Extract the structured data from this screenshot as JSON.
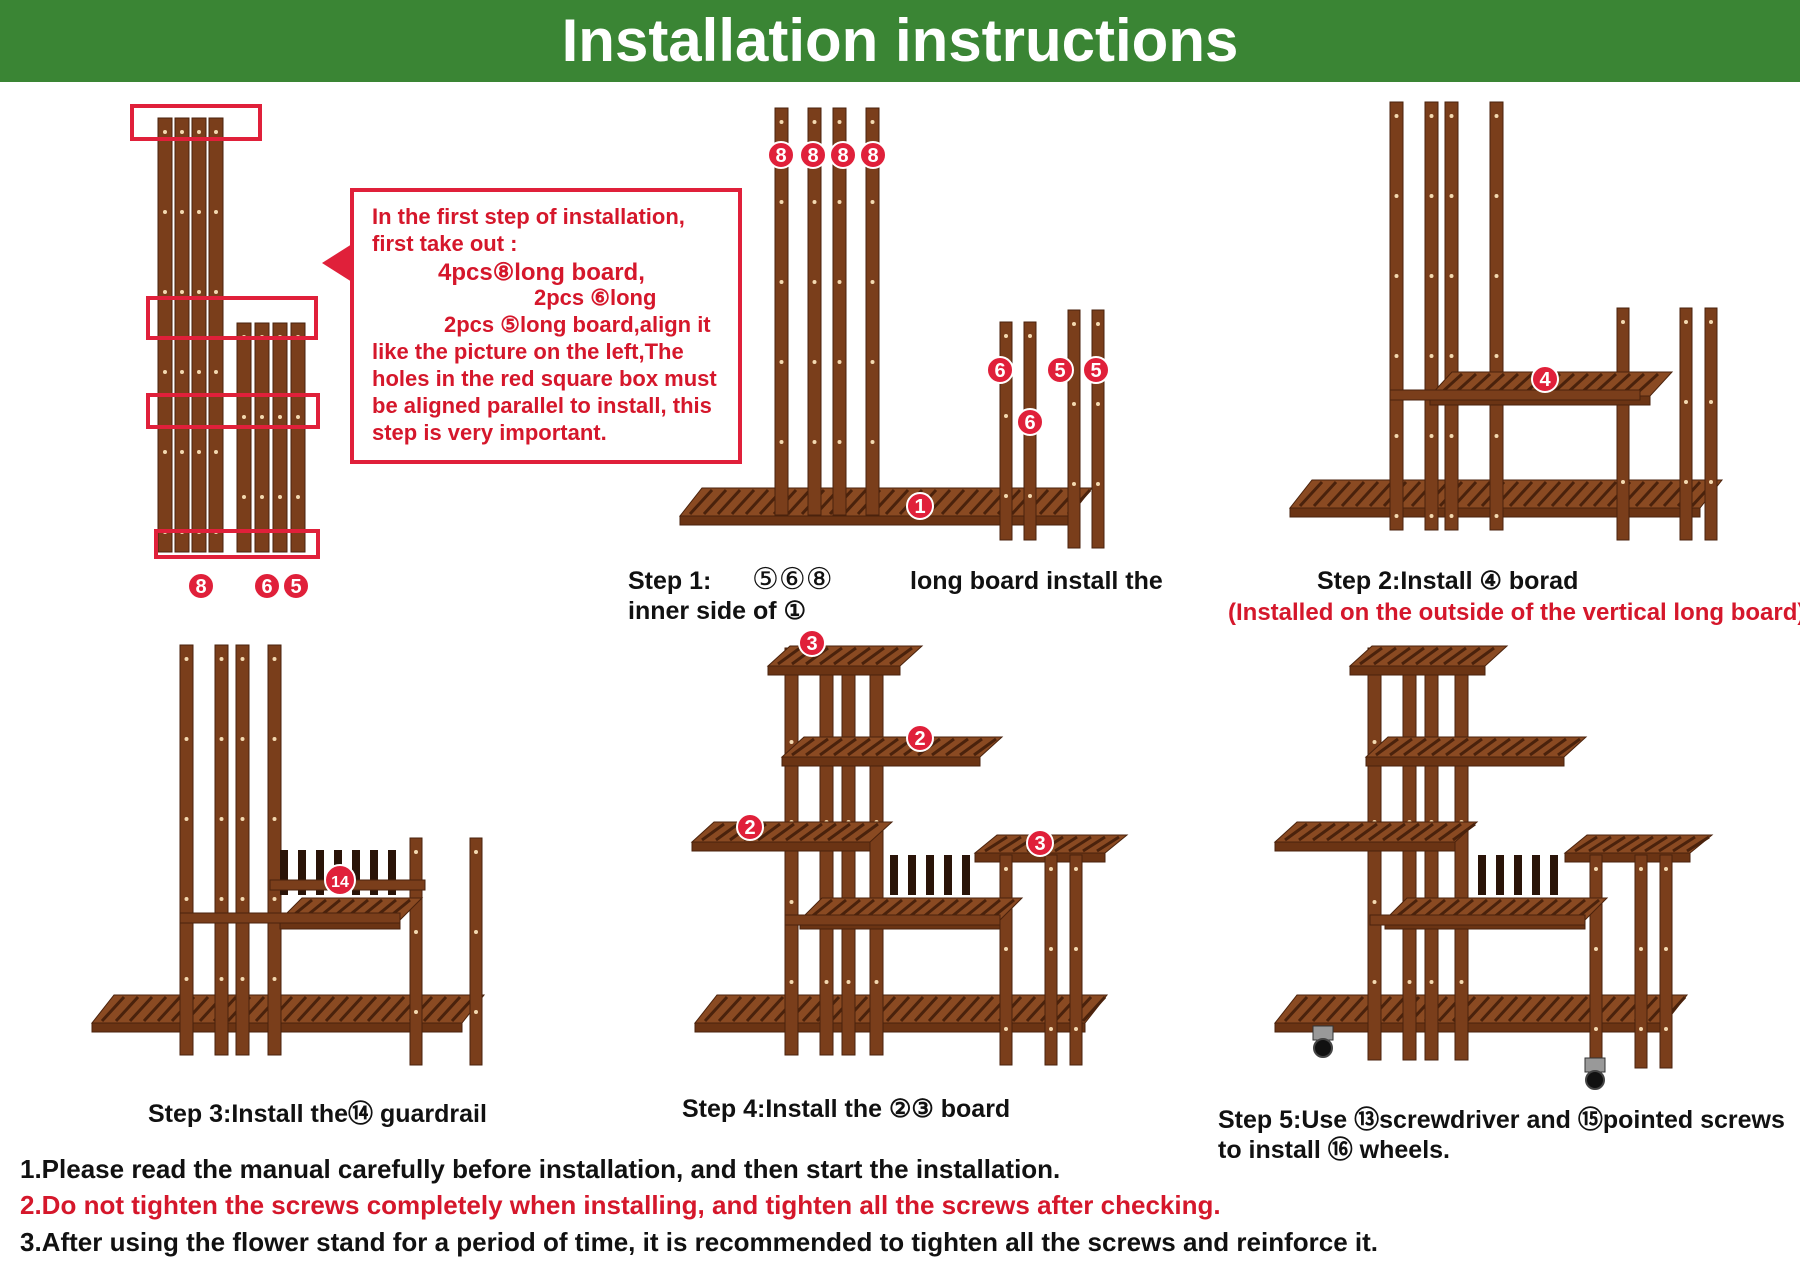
{
  "header": {
    "title": "Installation instructions",
    "background": "#3a8534"
  },
  "colors": {
    "wood": "#7a3e1b",
    "wood_dark": "#4a220c",
    "label_red": "#e0203a",
    "text_red": "#d5172b"
  },
  "parts_figure": {
    "labels": [
      "8",
      "6",
      "5"
    ]
  },
  "callout": {
    "lines": [
      "In the first step of installation,",
      "first take out :",
      "4pcs⑧long board,",
      "2pcs ⑥long",
      "2pcs ⑤long board,align it",
      "like the picture on the left,The",
      "holes in the red square box must",
      "be aligned parallel to install, this",
      "step is very important."
    ]
  },
  "steps": [
    {
      "id": "step1",
      "caption_a": "Step 1:",
      "caption_b": "⑤⑥⑧",
      "caption_c": "long board install the",
      "caption_d": "inner side of ①",
      "badges": [
        "8",
        "8",
        "8",
        "8",
        "6",
        "6",
        "5",
        "5",
        "1"
      ]
    },
    {
      "id": "step2",
      "caption_a": "Step 2:Install ④ borad",
      "caption_b": "(Installed on the outside of the vertical long board)",
      "badges": [
        "4"
      ]
    },
    {
      "id": "step3",
      "caption_a": "Step 3:Install the⑭ guardrail",
      "badges": [
        "14"
      ]
    },
    {
      "id": "step4",
      "caption_a": "Step 4:Install the ②③ board",
      "badges": [
        "3",
        "2",
        "2",
        "3"
      ]
    },
    {
      "id": "step5",
      "caption_a": "Step 5:Use ⑬screwdriver and ⑮pointed screws",
      "caption_b": "to install ⑯ wheels."
    }
  ],
  "notes": [
    "1.Please read the manual carefully before installation, and then start the installation.",
    "2.Do not tighten the screws completely when installing, and tighten all the screws after checking.",
    "3.After using the flower stand for a period of time, it is recommended to tighten all the screws and reinforce it."
  ]
}
